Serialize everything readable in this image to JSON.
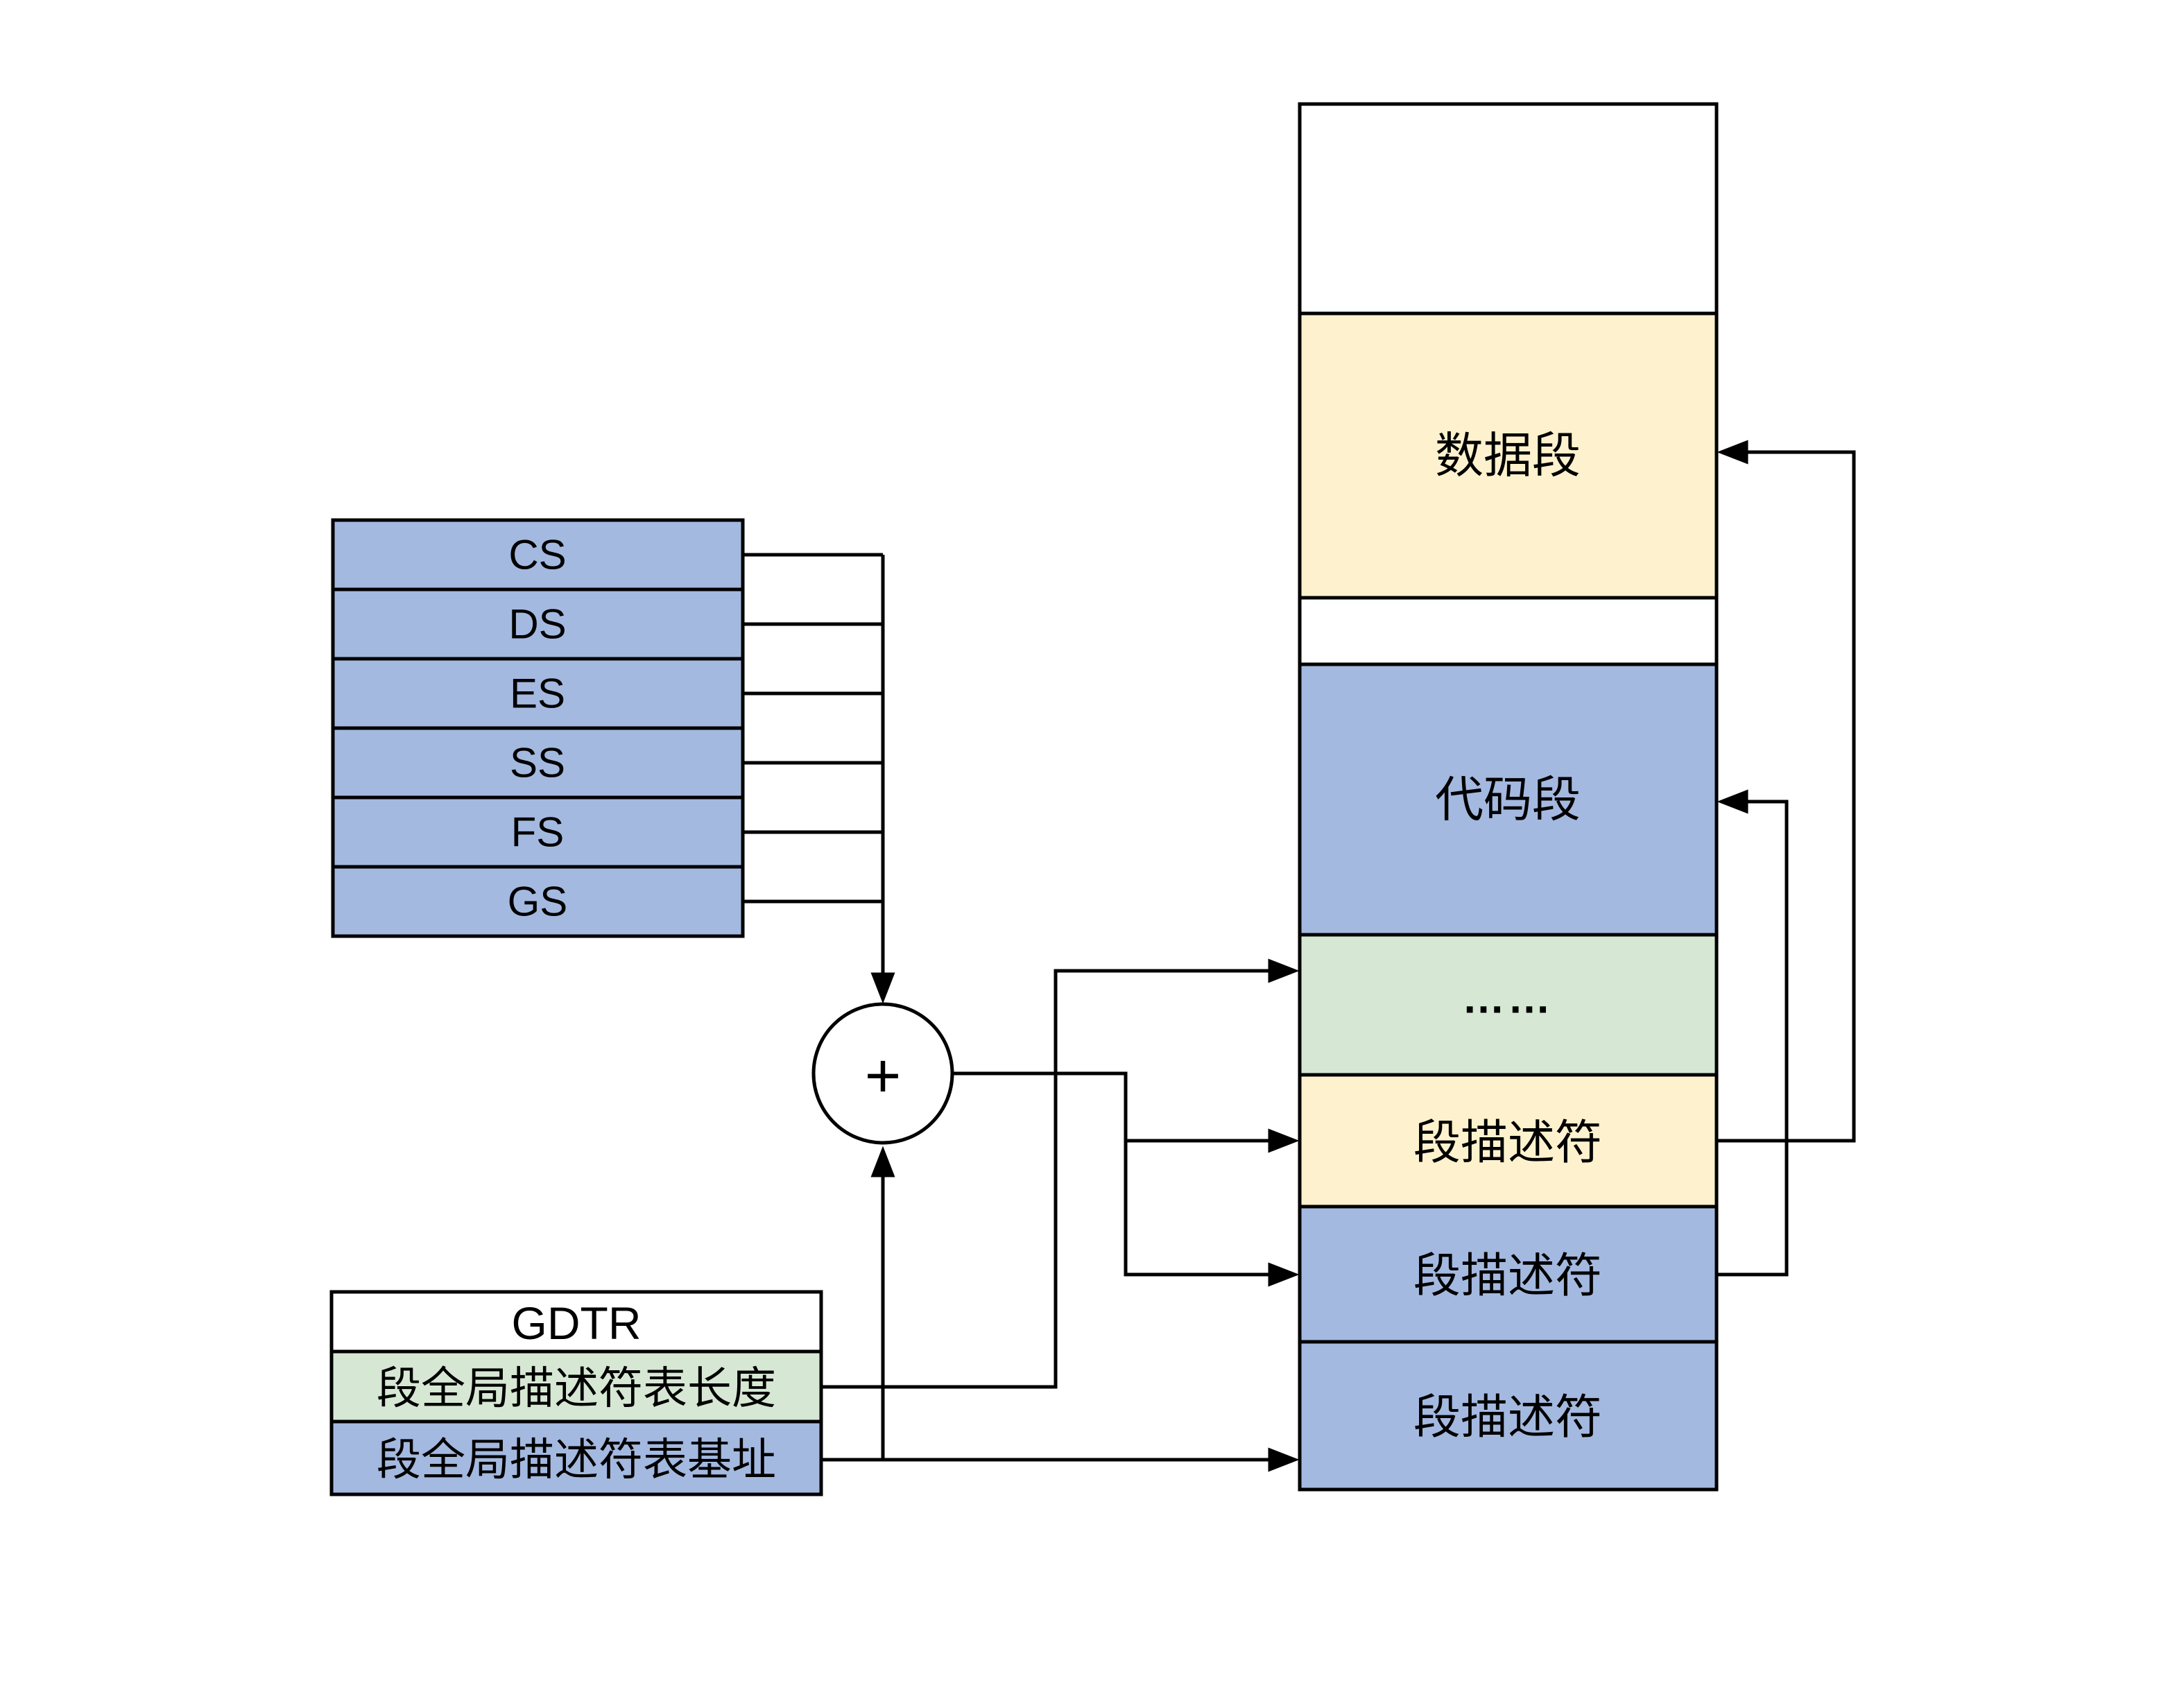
{
  "colors": {
    "register_blue": "#A4B9E0",
    "segment_yellow": "#FDF2CD",
    "segment_green": "#D6E8D4",
    "segment_blue": "#A4B9E0",
    "box_white": "#FFFFFF",
    "line": "#000000",
    "background": "#FFFFFF"
  },
  "registers": {
    "items": [
      "CS",
      "DS",
      "ES",
      "SS",
      "FS",
      "GS"
    ]
  },
  "adder": {
    "symbol": "+"
  },
  "gdtr": {
    "title": "GDTR",
    "length_label": "段全局描述符表长度",
    "base_label": "段全局描述符表基址"
  },
  "memory": {
    "rows": [
      {
        "label": "",
        "fill": "#FFFFFF"
      },
      {
        "label": "数据段",
        "fill": "#FDF2CD"
      },
      {
        "label": "",
        "fill": "#FFFFFF"
      },
      {
        "label": "代码段",
        "fill": "#A4B9E0"
      },
      {
        "label": "……",
        "fill": "#D6E8D4"
      },
      {
        "label": "段描述符",
        "fill": "#FDF2CD"
      },
      {
        "label": "段描述符",
        "fill": "#A4B9E0"
      },
      {
        "label": "段描述符",
        "fill": "#A4B9E0"
      }
    ]
  }
}
